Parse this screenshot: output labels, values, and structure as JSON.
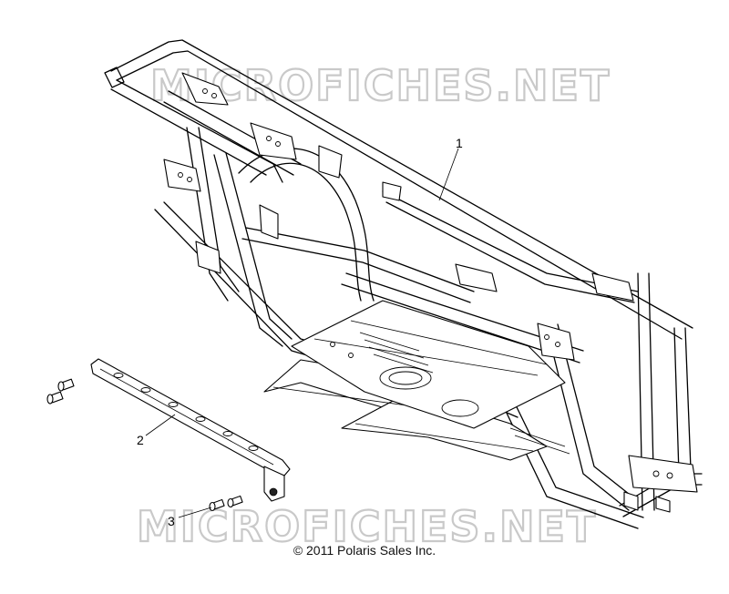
{
  "watermark": {
    "top_text": "MICROFICHES.NET",
    "bottom_text": "MICROFICHES.NET"
  },
  "callouts": [
    {
      "label": "1"
    },
    {
      "label": "2"
    },
    {
      "label": "3"
    }
  ],
  "copyright": "© 2011 Polaris Sales Inc."
}
